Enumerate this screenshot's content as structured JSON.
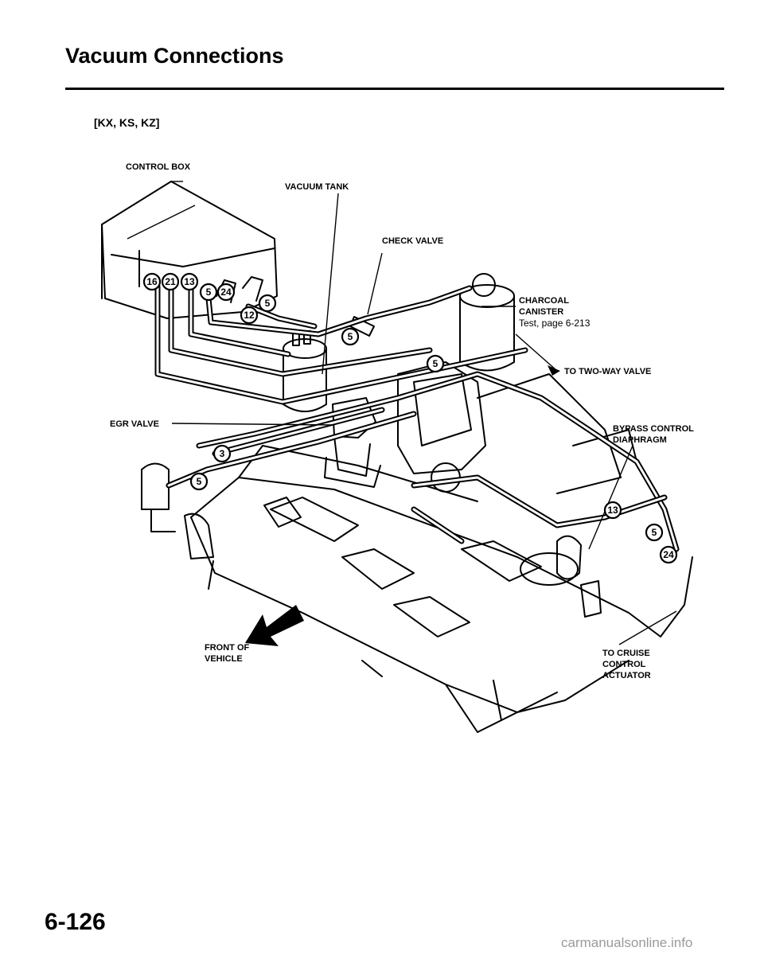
{
  "header": {
    "title": "Vacuum Connections",
    "subtitle": "[KX, KS, KZ]"
  },
  "labels": {
    "control_box": "CONTROL BOX",
    "vacuum_tank": "VACUUM TANK",
    "check_valve": "CHECK VALVE",
    "charcoal_canister_line1": "CHARCOAL",
    "charcoal_canister_line2": "CANISTER",
    "charcoal_canister_test": "Test, page 6-213",
    "two_way_valve": "TO TWO-WAY VALVE",
    "egr_valve": "EGR VALVE",
    "bypass_line1": "BYPASS CONTROL",
    "bypass_line2": "DIAPHRAGM",
    "front_line1": "FRONT OF",
    "front_line2": "VEHICLE",
    "cruise_line1": "TO CRUISE",
    "cruise_line2": "CONTROL",
    "cruise_line3": "ACTUATOR"
  },
  "hose_numbers": [
    "16",
    "21",
    "13",
    "5",
    "24",
    "5",
    "12",
    "5",
    "5",
    "3",
    "5",
    "13",
    "5",
    "24"
  ],
  "footer": {
    "page_number": "6-126",
    "watermark": "carmanualsonline.info"
  }
}
